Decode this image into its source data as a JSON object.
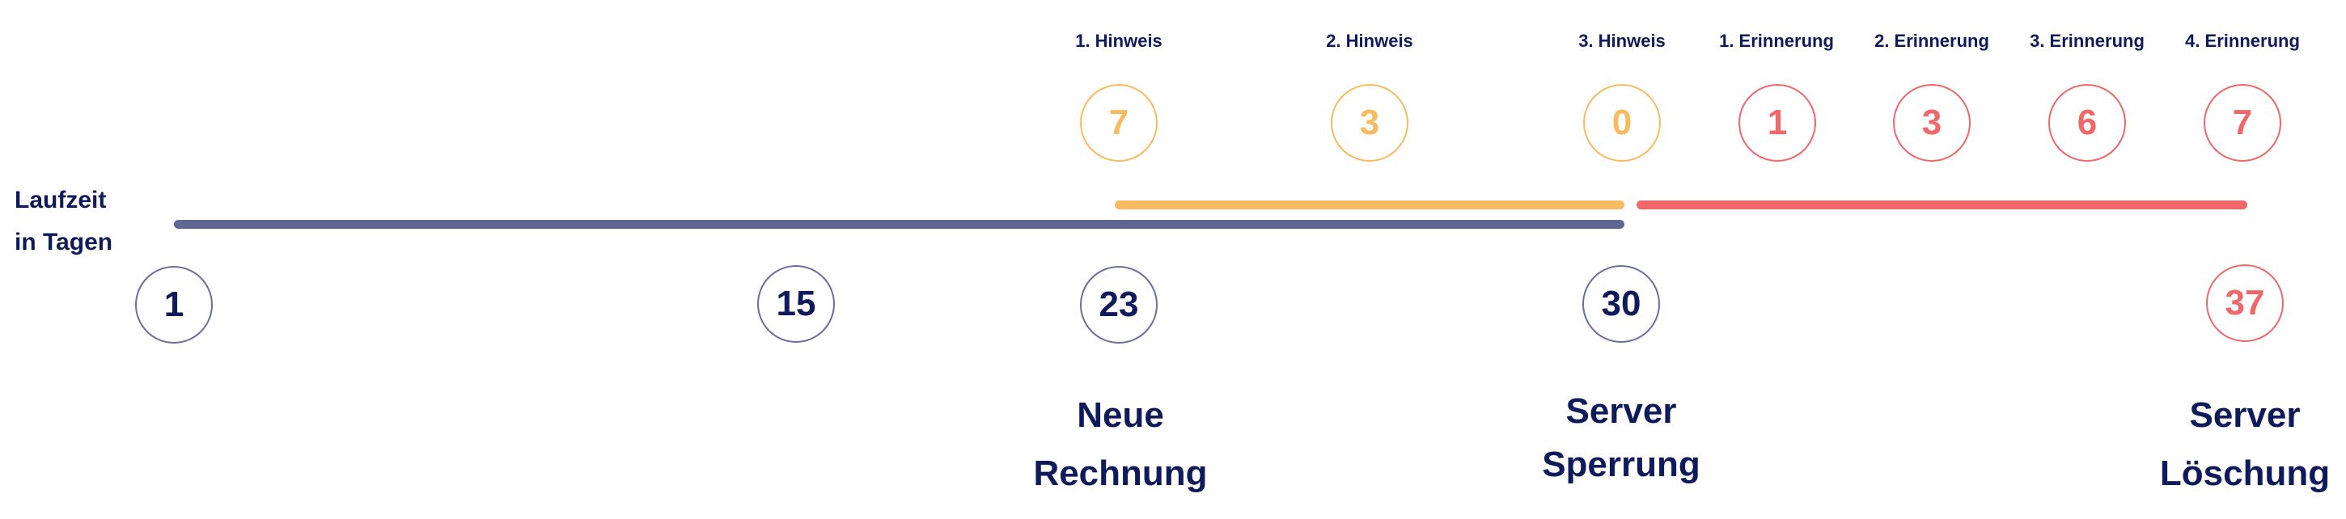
{
  "axis_label": {
    "line1": "Laufzeit",
    "line2": "in Tagen"
  },
  "colors": {
    "navy_text": "#0f1a5a",
    "navy_line": "#5e6792",
    "navy_circle": "#6b709a",
    "orange": "#f9bb62",
    "red": "#f0686a"
  },
  "notices": [
    {
      "label": "1. Hinweis",
      "value": "7",
      "type": "hinweis"
    },
    {
      "label": "2. Hinweis",
      "value": "3",
      "type": "hinweis"
    },
    {
      "label": "3. Hinweis",
      "value": "0",
      "type": "hinweis"
    },
    {
      "label": "1. Erinnerung",
      "value": "1",
      "type": "erinnerung"
    },
    {
      "label": "2. Erinnerung",
      "value": "3",
      "type": "erinnerung"
    },
    {
      "label": "3. Erinnerung",
      "value": "6",
      "type": "erinnerung"
    },
    {
      "label": "4. Erinnerung",
      "value": "7",
      "type": "erinnerung"
    }
  ],
  "days": [
    {
      "value": "1"
    },
    {
      "value": "15"
    },
    {
      "value": "23"
    },
    {
      "value": "30"
    },
    {
      "value": "37"
    }
  ],
  "milestones": [
    {
      "line1": "Neue",
      "line2": "Rechnung",
      "day": "23"
    },
    {
      "line1": "Server",
      "line2": "Sperrung",
      "day": "30"
    },
    {
      "line1": "Server",
      "line2": "Löschung",
      "day": "37"
    }
  ],
  "bars": [
    {
      "name": "runtime",
      "from_day": "1",
      "to_day": "30",
      "color": "#5e6792"
    },
    {
      "name": "hinweis-phase",
      "from_day": "23",
      "to_day": "30",
      "color": "#f9bb62"
    },
    {
      "name": "erinnerung-phase",
      "from_day": "30",
      "to_day": "37",
      "color": "#f0686a"
    }
  ]
}
